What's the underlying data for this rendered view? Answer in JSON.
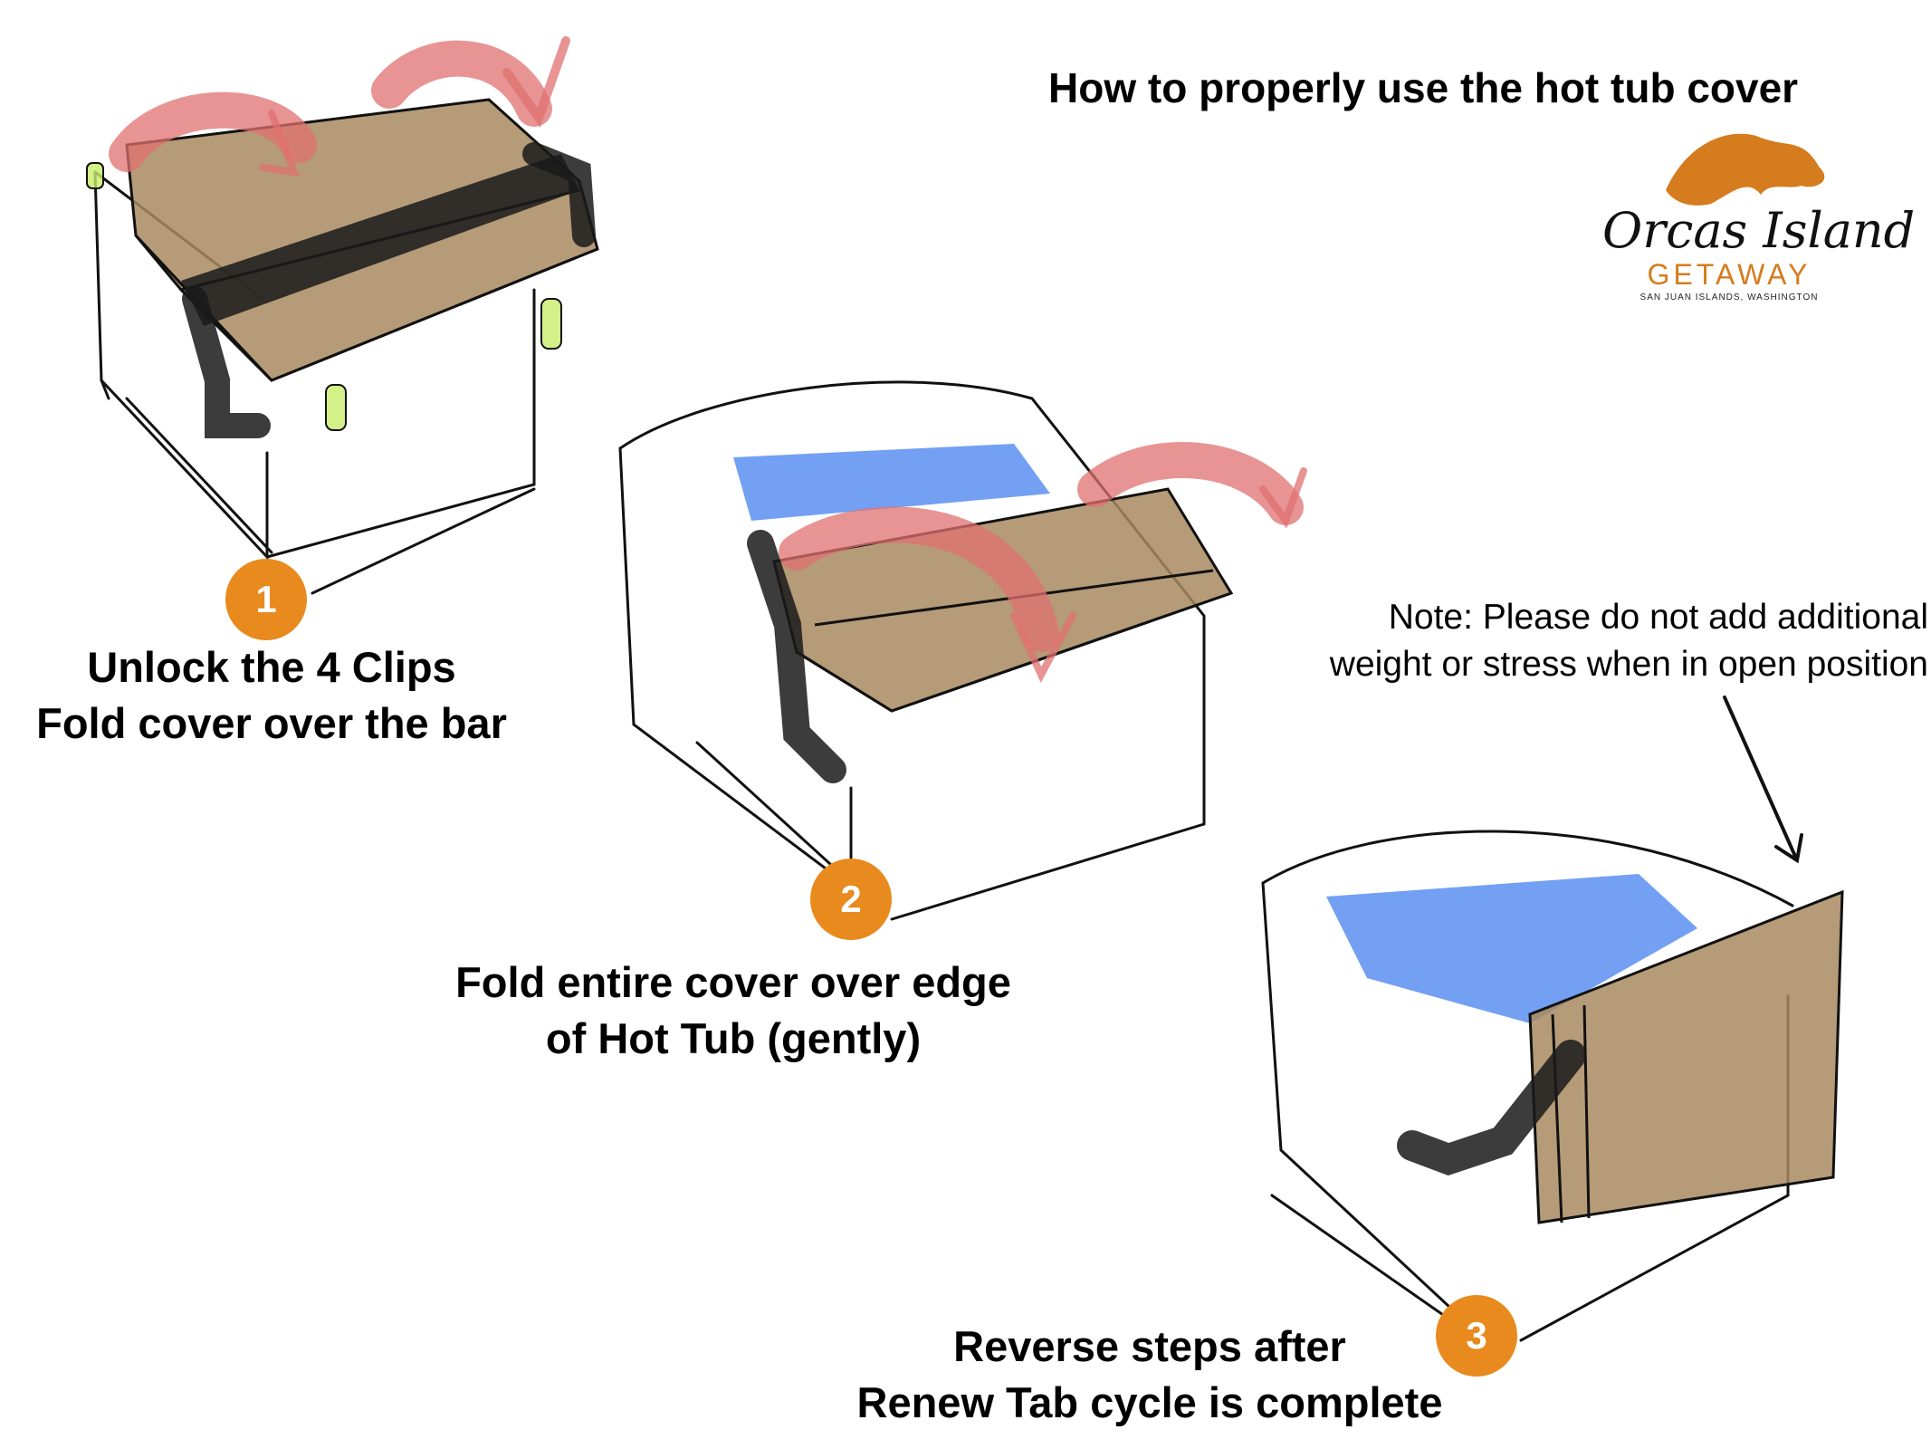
{
  "title": "How to properly use the hot tub cover",
  "logo": {
    "script_text": "Orcas Island",
    "wordmark": "GETAWAY",
    "tagline": "SAN JUAN ISLANDS, WASHINGTON",
    "colors": {
      "island": "#d57c1e",
      "script": "#111111",
      "wordmark": "#d57c1e"
    }
  },
  "steps": [
    {
      "number": "1",
      "lines": [
        "Unlock the 4 Clips",
        "Fold cover over the bar"
      ]
    },
    {
      "number": "2",
      "lines": [
        "Fold entire cover over edge",
        "of Hot Tub (gently)"
      ]
    },
    {
      "number": "3",
      "lines": [
        "Reverse steps after",
        "Renew Tab cycle is complete"
      ]
    }
  ],
  "note": {
    "lines": [
      "Note: Please do not add additional",
      "weight or stress when in open position"
    ]
  },
  "colors": {
    "badge": "#e88a1d",
    "cover": "#a8895f",
    "water": "#5b8ff0",
    "arrow": "#e07070",
    "clip": "#c8ee6a",
    "line": "#111111"
  }
}
